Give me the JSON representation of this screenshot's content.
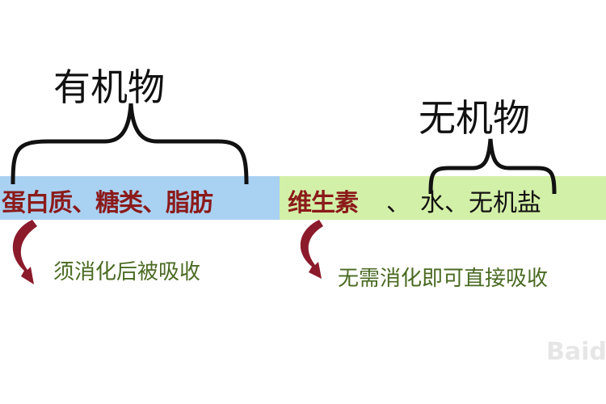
{
  "organic": {
    "title": "有机物",
    "items": "蛋白质、糖类、脂肪",
    "note": "须消化后被吸收"
  },
  "inorganic": {
    "title": "无机物",
    "vitamin": "维生素",
    "sep": "、",
    "items": "水、无机盐",
    "note": "无需消化即可直接吸收"
  },
  "watermark": "Baidu",
  "colors": {
    "blue_band": "#a9d1f2",
    "green_band": "#d3f0a8",
    "red_text": "#8b1a1a",
    "green_text": "#4a6a22"
  }
}
